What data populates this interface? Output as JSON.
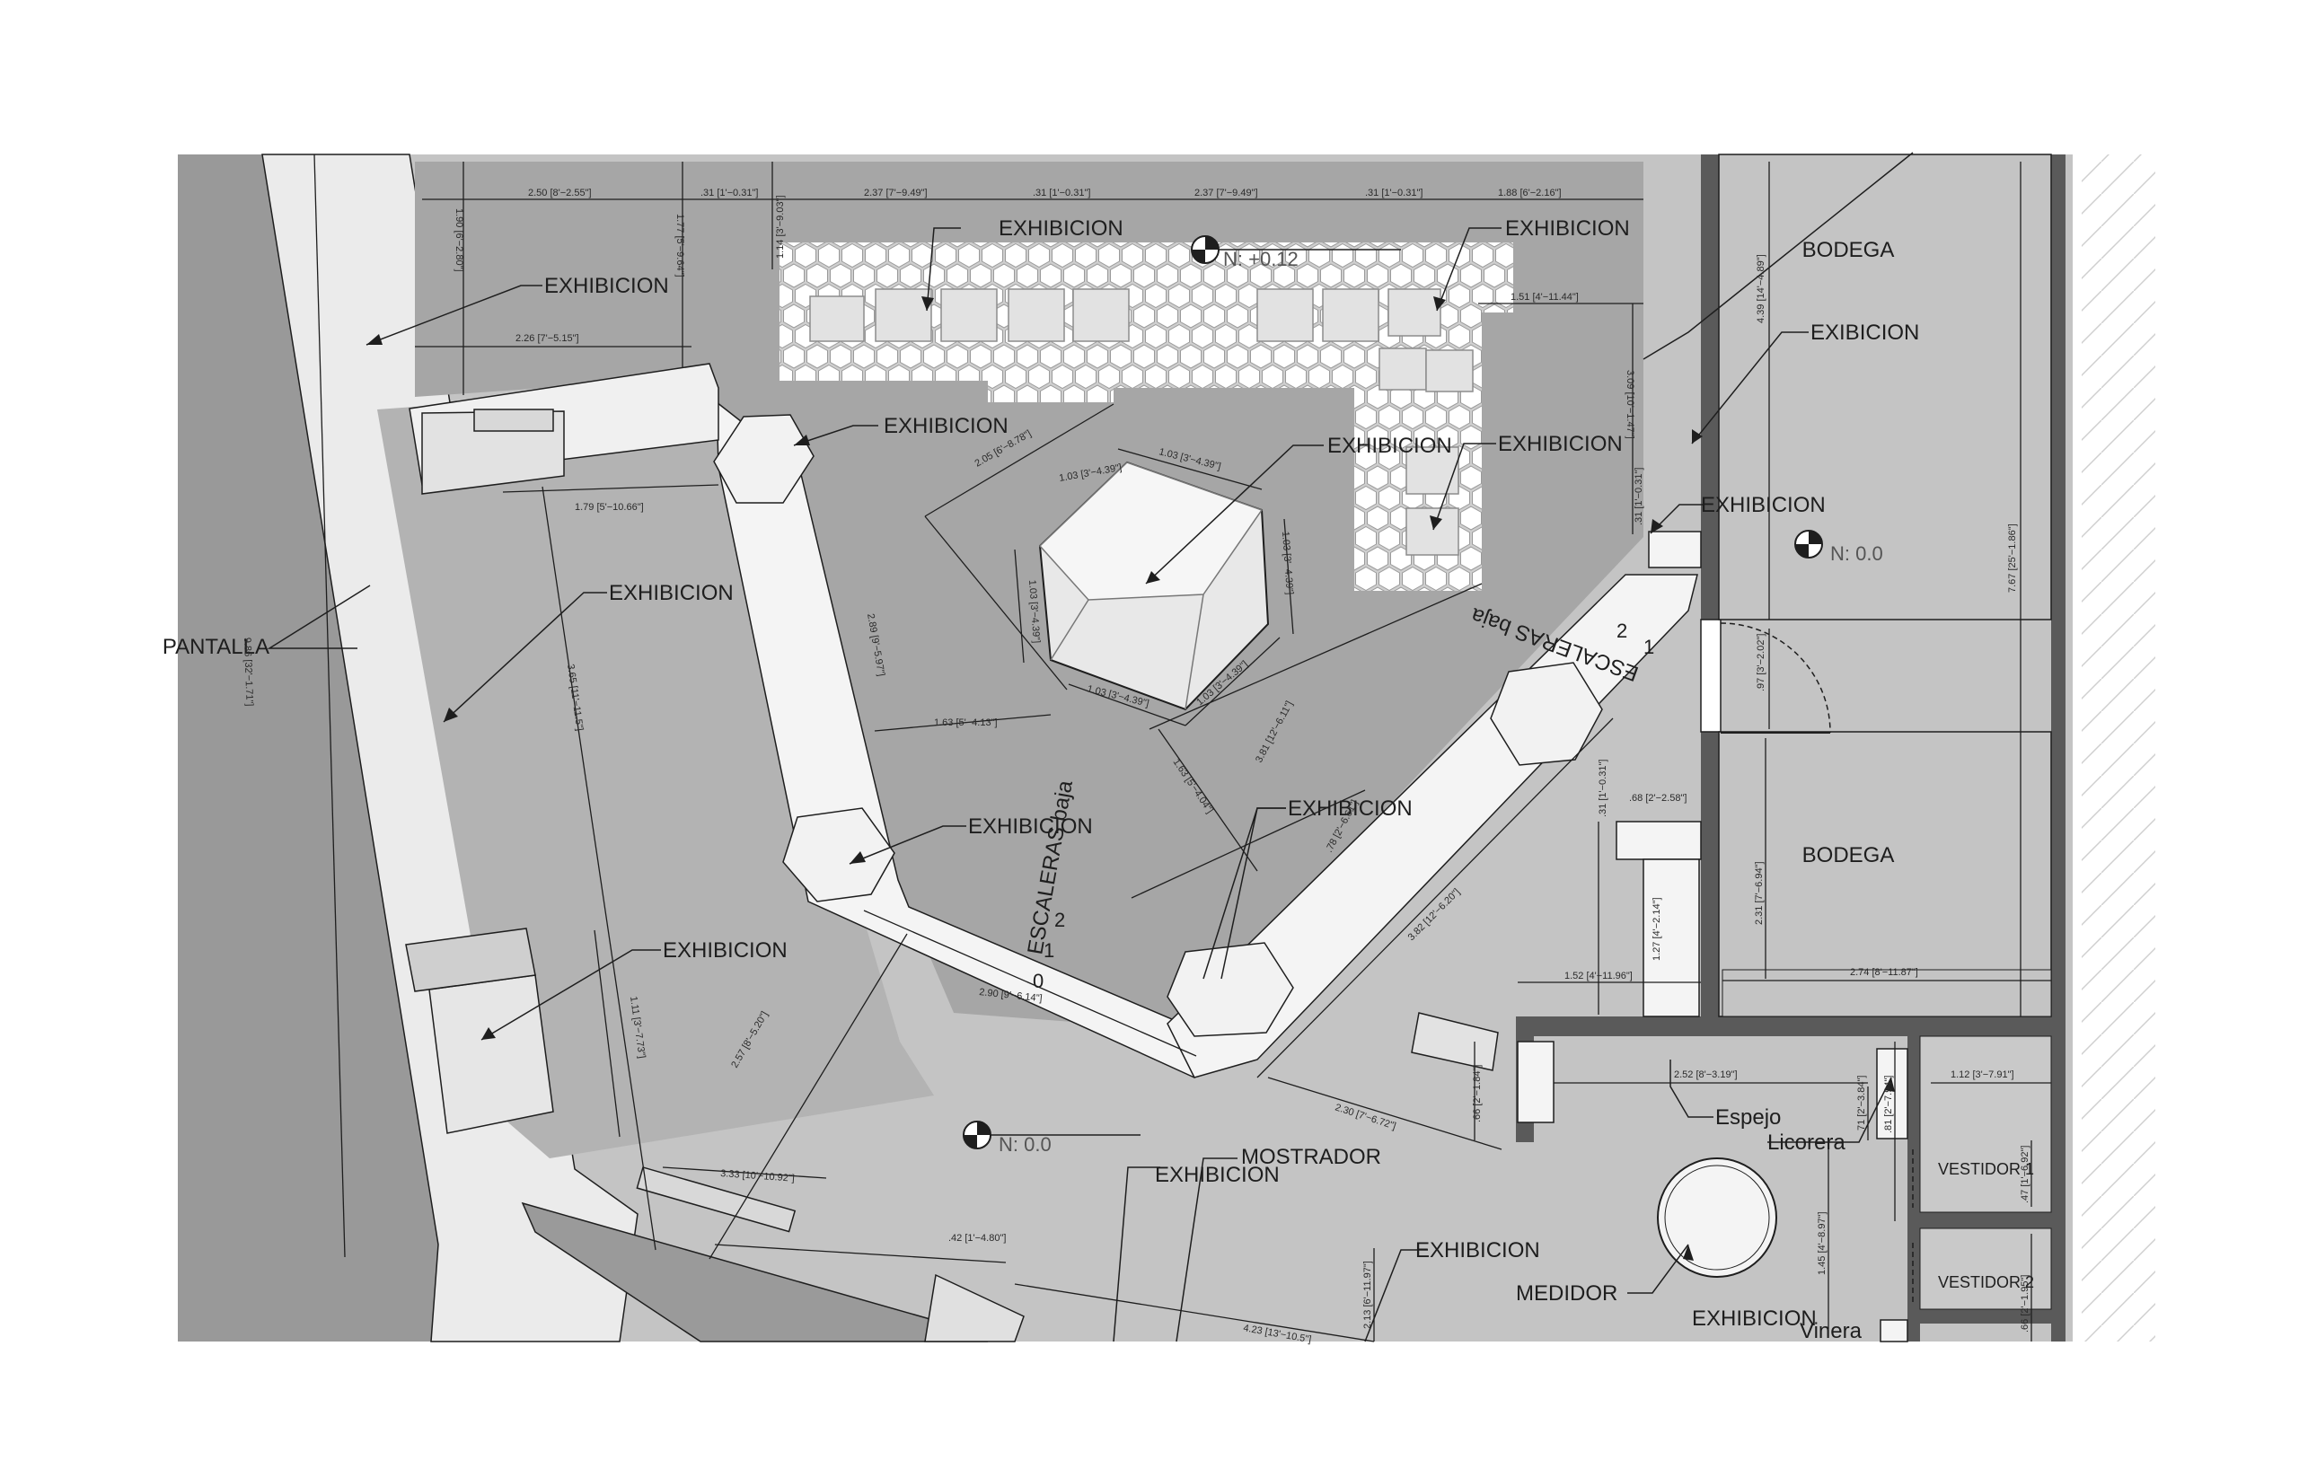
{
  "labels": {
    "exhibicion_variant": "EXHIBICION",
    "exhibicion": "EXHIBICION",
    "exibicion": "EXIBICION",
    "bodega": "BODEGA",
    "pantalla": "PANTALLA",
    "escaleras": "ESCALERAS",
    "baja": "baja",
    "escaleras_baja": "ESCALERAS baja",
    "mostrador": "MOSTRADOR",
    "espejo": "Espejo",
    "licorera": "Licorera",
    "medidor": "MEDIDOR",
    "vinera": "Vinera",
    "vestidor_1": "VESTIDOR 1",
    "vestidor_2": "VESTIDOR 2",
    "step_0": "0",
    "step_1": "1",
    "step_2": "2"
  },
  "levels": {
    "level_main": "N:  0.0",
    "level_top": "N: +0.12",
    "level_right": "N:  0.0"
  },
  "dimensions": {
    "d01": "2.50  [8'−2.55\"]",
    "d02": ".31  [1'−0.31\"]",
    "d03": "2.37  [7'−9.49\"]",
    "d04": ".31  [1'−0.31\"]",
    "d05": "2.37  [7'−9.49\"]",
    "d06": ".31  [1'−0.31\"]",
    "d07": "1.88  [6'−2.16\"]",
    "d08": "1.90  [6'−2.80\"]",
    "d09": "1.77  [5'−9.64\"]",
    "d10": "1.14  [3'−9.03\"]",
    "d11": "2.26  [7'−5.15\"]",
    "d12": "1.79  [5'−10.66\"]",
    "d13": "3.65  [11'−11.5\"]",
    "d14": "9.86  [32'−1.71\"]",
    "d15": "1.51  [4'−11.44\"]",
    "d16": "3.09  [10'−1.47\"]",
    "d17": "4.39  [14'−4.89\"]",
    "d18": "7.67  [25'−1.86\"]",
    "d19": "2.05  [6'−8.78\"]",
    "d20": "1.03  [3'−4.39\"]",
    "d21": "1.03  [3'−4.39\"]",
    "d22": "1.03  [3'−4.39\"]",
    "d23": "1.03  [3'−4.39\"]",
    "d24": "1.03  [3'−4.39\"]",
    "d25": "1.03  [3'−4.39\"]",
    "d26": "1.63  [5'−4.13\"]",
    "d27": "2.89  [9'−5.97\"]",
    "d28": "3.81  [12'−6.11\"]",
    "d29": "1.63  [5'−4.04\"]",
    "d30": ".97  [3'−2.02\"]",
    "d31": ".68  [2'−2.58\"]",
    "d32": "2.31  [7'−6.94\"]",
    "d33": "2.74  [8'−11.87\"]",
    "d34": ".78  [2'−6.61\"]",
    "d35": "3.82  [12'−6.20\"]",
    "d36": "1.52  [4'−11.96\"]",
    "d37": "1.27  [4'−2.14\"]",
    "d38": "2.90  [9'−6.14\"]",
    "d39": "2.57  [8'−5.20\"]",
    "d40": "2.30  [7'−6.72\"]",
    "d41": ".66  [2'−1.84\"]",
    "d42": "2.52  [8'−3.19\"]",
    "d43": ".71  [2'−3.84\"]",
    "d44": "1.12  [3'−7.91\"]",
    "d45": "1.45  [4'−8.97\"]",
    "d46": "2.13  [6'−11.97\"]",
    "d47": "3.33  [10'−10.92\"]",
    "d48": ".42  [1'−4.80\"]",
    "d49": "1.11  [3'−7.73\"]",
    "d50": "4.23  [13'−10.5\"]",
    "d51": ".31  [1'−0.31\"]",
    "d52": ".31  [1'−0.31\"]",
    "d53": ".81  [2'−7.94\"]",
    "d54": ".47  [1'−6.92\"]",
    "d55": ".66  [2'−1.95\"]"
  },
  "colors": {
    "background": "#ffffff",
    "floor_mid": "#c4c4c4",
    "floor_dark": "#a6a6a6",
    "wall_dark": "#5a5a5a",
    "pantalla_band": "#999999",
    "path_light": "#f4f4f4",
    "line": "#1e1e1e"
  }
}
